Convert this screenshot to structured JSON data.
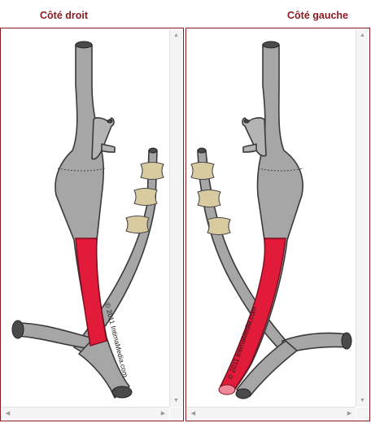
{
  "header": {
    "right_side_label": "Côté droit",
    "left_side_label": "Côté gauche"
  },
  "panels": [
    {
      "id": "right",
      "copyright": "© 2011 IntimaMedia.com"
    },
    {
      "id": "left",
      "copyright": "© 2011 IntimaMedia.com"
    }
  ],
  "scrollbar_glyphs": {
    "up": "▲",
    "down": "▼",
    "left": "◀",
    "right": "▶"
  },
  "colors": {
    "label_text": "#8b1a1f",
    "panel_border": "#8b1a1f",
    "vessel_gray": "#a6a6a6",
    "highlight_red": "#e31b3a",
    "vertebra_beige": "#d9cba0"
  }
}
